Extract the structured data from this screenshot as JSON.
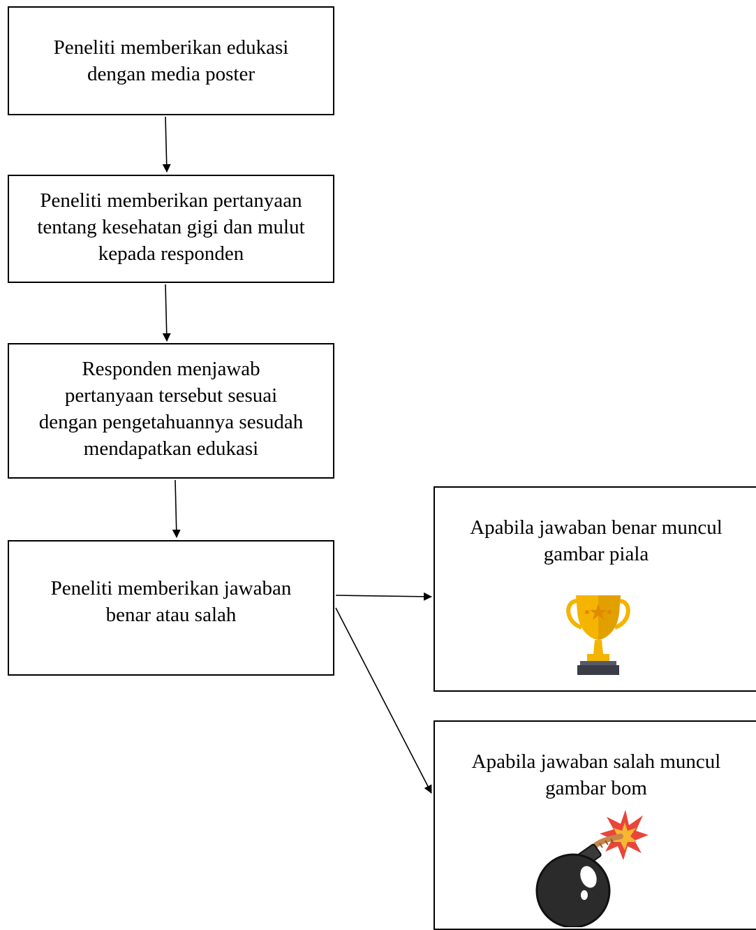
{
  "diagram": {
    "steps": [
      {
        "id": "step1",
        "text": "Peneliti memberikan edukasi\ndengan media poster"
      },
      {
        "id": "step2",
        "text": "Peneliti memberikan pertanyaan\ntentang kesehatan gigi dan mulut\nkepada responden"
      },
      {
        "id": "step3",
        "text": "Responden menjawab\npertanyaan tersebut sesuai\ndengan pengetahuannya sesudah\nmendapatkan edukasi"
      },
      {
        "id": "step4",
        "text": "Peneliti memberikan jawaban\nbenar atau salah"
      }
    ],
    "outcomes": [
      {
        "id": "correct",
        "text": "Apabila jawaban benar muncul\ngambar piala",
        "icon": "trophy-icon"
      },
      {
        "id": "wrong",
        "text": "Apabila jawaban salah muncul\ngambar bom",
        "icon": "bomb-icon"
      }
    ],
    "colors": {
      "line": "#000000",
      "trophy_gold": "#f4b400",
      "trophy_base": "#3a3d48",
      "bomb_body": "#2b2b2b",
      "fuse": "#c8844a",
      "spark": "#e8463a"
    }
  }
}
